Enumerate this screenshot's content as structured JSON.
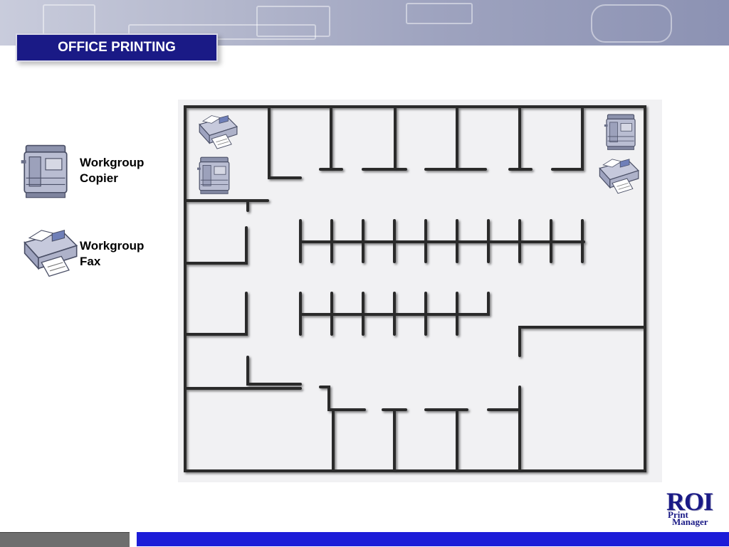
{
  "slide": {
    "title": "OFFICE PRINTING"
  },
  "legend": {
    "copier": {
      "line1": "Workgroup",
      "line2": "Copier",
      "icon": "copier-icon"
    },
    "fax": {
      "line1": "Workgroup",
      "line2": "Fax",
      "icon": "fax-icon"
    }
  },
  "logo": {
    "main": "ROI",
    "line1": "Print",
    "line2": "Manager"
  },
  "colors": {
    "title_bg": "#1a1a86",
    "footer_bar": "#1c1cd8",
    "footer_gray": "#6e6e6e"
  }
}
